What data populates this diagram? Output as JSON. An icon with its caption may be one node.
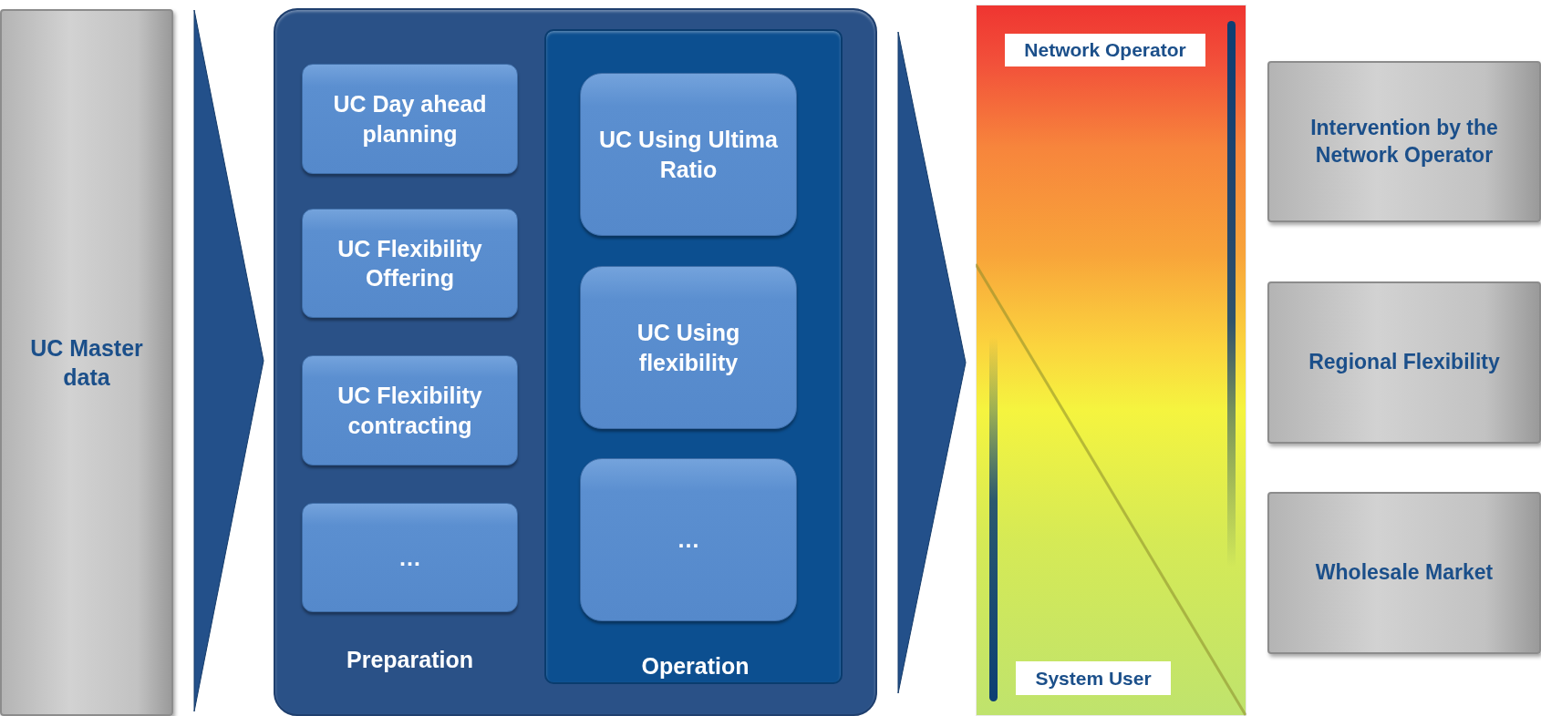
{
  "diagram": {
    "nodes": [
      {
        "text": [
          "UC Master data"
        ]
      },
      {
        "text": [
          "Preparation"
        ]
      },
      {
        "text": [
          "UC Day ahead planning"
        ],
        "in": 1
      },
      {
        "text": [
          "UC Flexibility Offering"
        ],
        "in": 1
      },
      {
        "text": [
          "UC Flexibility contracting"
        ],
        "in": 1
      },
      {
        "text": [
          "…"
        ],
        "in": 1
      },
      {
        "text": [
          "Operation"
        ],
        "in": 1
      },
      {
        "text": [
          "UC Using Ultima Ratio"
        ],
        "in": 6
      },
      {
        "text": [
          "UC Using flexibility"
        ],
        "in": 6
      },
      {
        "text": [
          "…"
        ],
        "in": 6
      },
      {
        "text": [],
        "shape": "bar"
      },
      {
        "text": [
          "Network Operator"
        ],
        "in": 10
      },
      {
        "text": [
          "System User"
        ],
        "in": 10
      },
      {
        "text": [
          "Intervention by the Network Operator"
        ]
      },
      {
        "text": [
          "Regional Flexibility"
        ]
      },
      {
        "text": [
          "Wholesale Market"
        ]
      }
    ],
    "edges": [
      {
        "from": 0,
        "to": 1,
        "arrow": "to"
      },
      {
        "from": 1,
        "to": 10,
        "arrow": "to"
      }
    ]
  }
}
